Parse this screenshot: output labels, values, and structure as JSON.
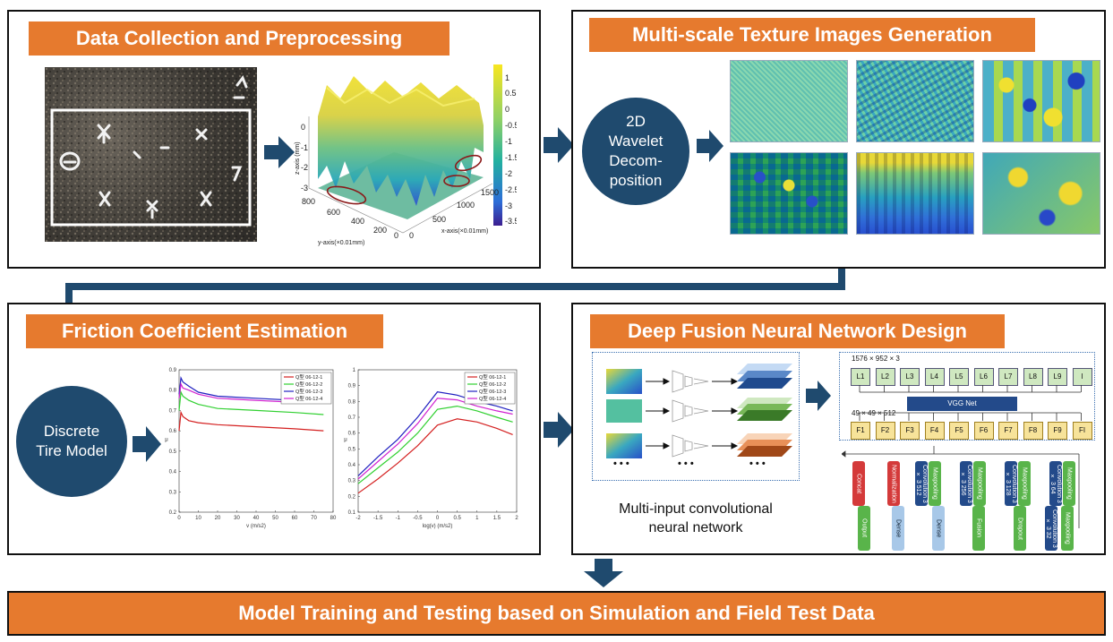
{
  "panels": {
    "data_collection": {
      "title": "Data Collection and Preprocessing",
      "plot3d": {
        "zlabel": "z-axis (mm)",
        "ylabel": "y-axis(×0.01mm)",
        "xlabel": "x-axis(×0.01mm)",
        "yticks": [
          "800",
          "600",
          "400",
          "200",
          "0"
        ],
        "xticks": [
          "0",
          "500",
          "1000",
          "1500"
        ],
        "zticks": [
          "0",
          "-1",
          "-2",
          "-3"
        ],
        "cbar_ticks": [
          "1",
          "0.5",
          "0",
          "-0.5",
          "-1",
          "-1.5",
          "-2",
          "-2.5",
          "-3",
          "-3.5"
        ]
      }
    },
    "texture": {
      "title": "Multi-scale Texture Images Generation",
      "circle": "2D Wavelet Decom- position"
    },
    "friction": {
      "title": "Friction Coefficient Estimation",
      "circle": "Discrete Tire Model"
    },
    "fusion": {
      "title": "Deep Fusion Neural Network Design",
      "caption": "Multi-input convolutional neural network",
      "dim_top": "1576 × 952 × 3",
      "dim_mid": "49 × 49 × 512",
      "vgg": "VGG Net",
      "dots": "• • •"
    },
    "training": {
      "title": "Model Training and Testing based on Simulation and Field Test Data"
    }
  },
  "network": {
    "l_labels": [
      "L1",
      "L2",
      "L3",
      "L4",
      "L5",
      "L6",
      "L7",
      "L8",
      "L9",
      "I"
    ],
    "f_labels": [
      "F1",
      "F2",
      "F3",
      "F4",
      "F5",
      "F6",
      "F7",
      "F8",
      "F9",
      "FI"
    ],
    "row1": [
      {
        "label": "Concat",
        "color": "#d43a3a"
      },
      {
        "label": "Normalization",
        "color": "#d43a3a"
      },
      {
        "label": "Convolution 3 × 3 512",
        "color": "#234a8a"
      },
      {
        "label": "Maxpooling",
        "color": "#59b44a"
      },
      {
        "label": "Convolution 3 × 3 256",
        "color": "#234a8a"
      },
      {
        "label": "Maxpooling",
        "color": "#59b44a"
      },
      {
        "label": "Convolution 3 × 3 128",
        "color": "#234a8a"
      },
      {
        "label": "Maxpooling",
        "color": "#59b44a"
      },
      {
        "label": "Convolution 3 × 3 64",
        "color": "#234a8a"
      },
      {
        "label": "Maxpooling",
        "color": "#59b44a"
      }
    ],
    "row2": [
      {
        "label": "Output",
        "color": "#59b44a"
      },
      {
        "label": "Dense",
        "color": "#a8c8e8"
      },
      {
        "label": "Dense",
        "color": "#a8c8e8"
      },
      {
        "label": "Fusion",
        "color": "#59b44a"
      },
      {
        "label": "Dropout",
        "color": "#59b44a"
      },
      {
        "label": "Convolution 3 × 3 32",
        "color": "#234a8a"
      },
      {
        "label": "Maxpooling",
        "color": "#59b44a"
      }
    ]
  },
  "chart_data": [
    {
      "type": "line",
      "xlabel": "v (m/s2)",
      "ylabel": "μ",
      "xlim": [
        0,
        80
      ],
      "ylim": [
        0.2,
        0.9
      ],
      "xticks": [
        "0",
        "10",
        "20",
        "30",
        "40",
        "50",
        "60",
        "70",
        "80"
      ],
      "yticks": [
        "0.2",
        "0.3",
        "0.4",
        "0.5",
        "0.6",
        "0.7",
        "0.8",
        "0.9"
      ],
      "series": [
        {
          "name": "Q型 06-12-1",
          "color": "#d42020",
          "x": [
            0,
            1,
            2,
            5,
            10,
            20,
            40,
            60,
            75
          ],
          "y": [
            0.6,
            0.69,
            0.67,
            0.65,
            0.64,
            0.63,
            0.62,
            0.61,
            0.6
          ]
        },
        {
          "name": "Q型 06-12-2",
          "color": "#30d030",
          "x": [
            0,
            1,
            2,
            5,
            10,
            20,
            40,
            60,
            75
          ],
          "y": [
            0.7,
            0.79,
            0.77,
            0.75,
            0.73,
            0.71,
            0.7,
            0.69,
            0.68
          ]
        },
        {
          "name": "Q型 06-12-3",
          "color": "#2020c0",
          "x": [
            0,
            1,
            2,
            5,
            10,
            20,
            40,
            60,
            75
          ],
          "y": [
            0.78,
            0.86,
            0.84,
            0.82,
            0.79,
            0.77,
            0.76,
            0.75,
            0.75
          ]
        },
        {
          "name": "Q型 06-12-4",
          "color": "#d020d0",
          "x": [
            0,
            1,
            2,
            5,
            10,
            20,
            40,
            60,
            75
          ],
          "y": [
            0.76,
            0.83,
            0.81,
            0.8,
            0.78,
            0.76,
            0.75,
            0.74,
            0.74
          ]
        }
      ]
    },
    {
      "type": "line",
      "xlabel": "log(v) (m/s2)",
      "ylabel": "μ",
      "xlim": [
        -2,
        2
      ],
      "ylim": [
        0.1,
        1.0
      ],
      "xticks": [
        "-2",
        "-1.5",
        "-1",
        "-0.5",
        "0",
        "0.5",
        "1",
        "1.5",
        "2"
      ],
      "yticks": [
        "0.1",
        "0.2",
        "0.3",
        "0.4",
        "0.5",
        "0.6",
        "0.7",
        "0.8",
        "0.9",
        "1"
      ],
      "series": [
        {
          "name": "Q型 06-12-1",
          "color": "#d42020",
          "x": [
            -2,
            -1.5,
            -1,
            -0.5,
            0,
            0.5,
            1,
            1.5,
            1.9
          ],
          "y": [
            0.22,
            0.31,
            0.41,
            0.52,
            0.65,
            0.69,
            0.67,
            0.63,
            0.59
          ]
        },
        {
          "name": "Q型 06-12-2",
          "color": "#30d030",
          "x": [
            -2,
            -1.5,
            -1,
            -0.5,
            0,
            0.5,
            1,
            1.5,
            1.9
          ],
          "y": [
            0.28,
            0.38,
            0.48,
            0.6,
            0.75,
            0.77,
            0.74,
            0.7,
            0.67
          ]
        },
        {
          "name": "Q型 06-12-3",
          "color": "#2020c0",
          "x": [
            -2,
            -1.5,
            -1,
            -0.5,
            0,
            0.5,
            1,
            1.5,
            1.9
          ],
          "y": [
            0.33,
            0.45,
            0.56,
            0.7,
            0.86,
            0.84,
            0.8,
            0.77,
            0.74
          ]
        },
        {
          "name": "Q型 06-12-4",
          "color": "#d020d0",
          "x": [
            -2,
            -1.5,
            -1,
            -0.5,
            0,
            0.5,
            1,
            1.5,
            1.9
          ],
          "y": [
            0.31,
            0.42,
            0.53,
            0.66,
            0.82,
            0.81,
            0.77,
            0.74,
            0.72
          ]
        }
      ]
    }
  ]
}
